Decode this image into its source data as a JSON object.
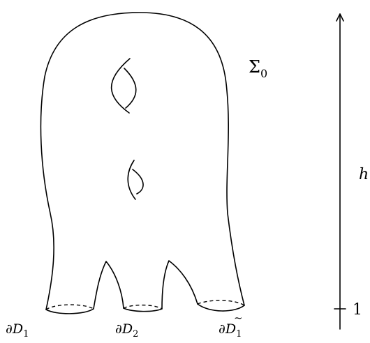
{
  "labels": {
    "surface": "Σ",
    "surface_sub": "0",
    "height": "h",
    "level": "1",
    "boundary1_prefix": "∂D",
    "boundary1_sub": "1",
    "boundary2_prefix": "∂D",
    "boundary2_sub": "2",
    "boundary3_prefix": "∂",
    "boundary3_main": "D",
    "boundary3_tilde": "~",
    "boundary3_sub": "1"
  }
}
